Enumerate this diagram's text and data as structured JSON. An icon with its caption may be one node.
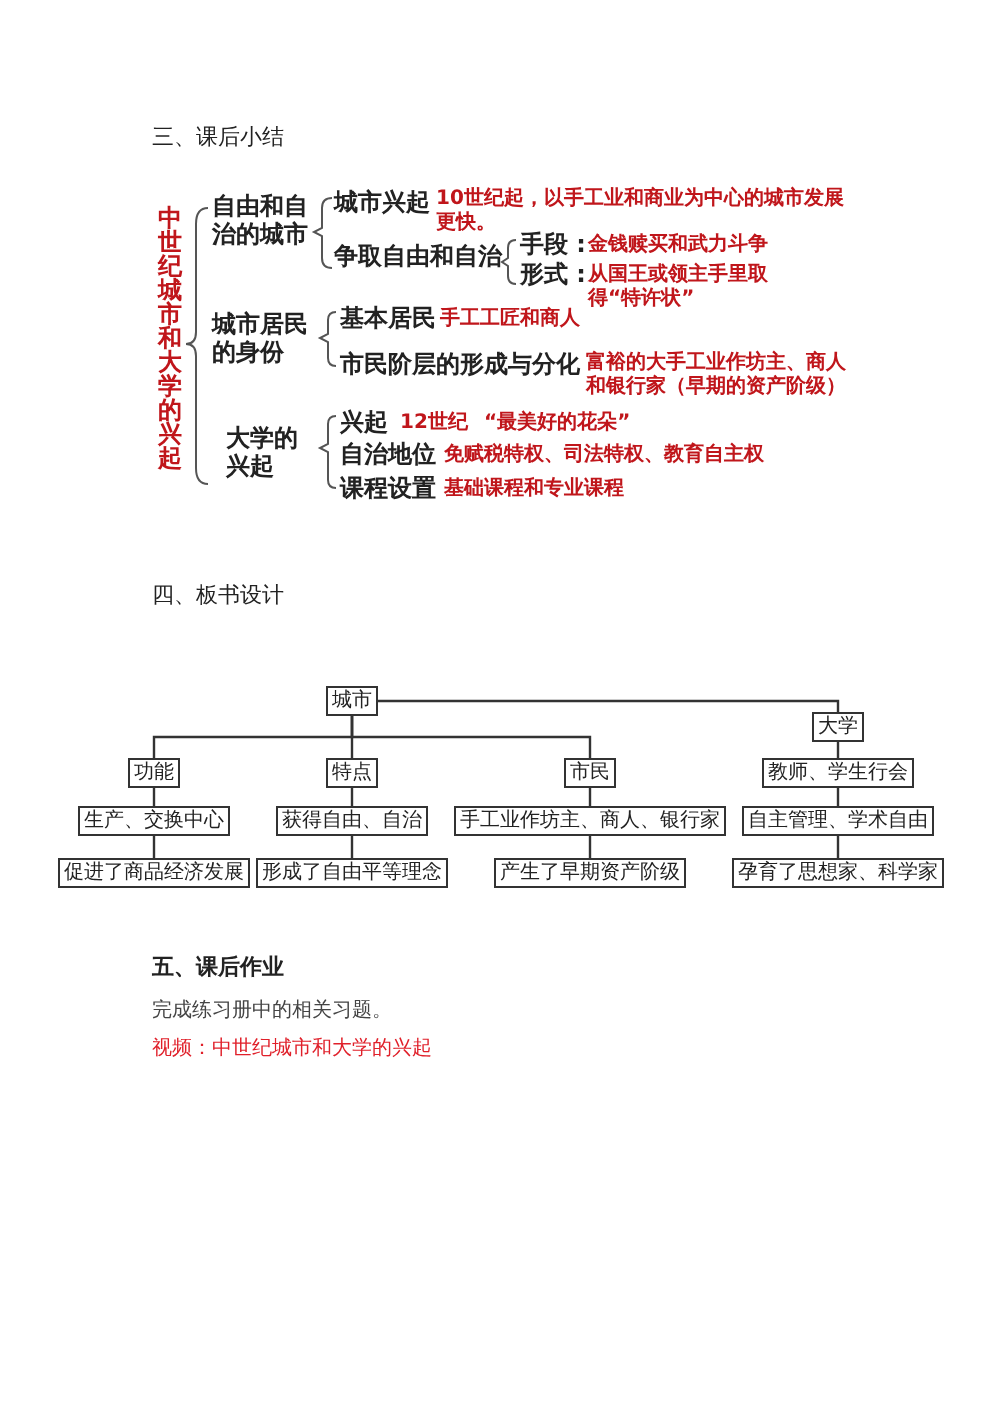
{
  "diagram": {
    "nodes": [
      {
        "text": [
          "城市"
        ]
      },
      {
        "text": [
          "大学"
        ]
      },
      {
        "text": [
          "功能"
        ]
      },
      {
        "text": [
          "特点"
        ]
      },
      {
        "text": [
          "市民"
        ]
      },
      {
        "text": [
          "教师、学生行会"
        ]
      },
      {
        "text": [
          "生产、交换中心"
        ]
      },
      {
        "text": [
          "获得自由、自治"
        ]
      },
      {
        "text": [
          "手工业作坊主、商人、银行家"
        ]
      },
      {
        "text": [
          "自主管理、学术自由"
        ]
      },
      {
        "text": [
          "促进了商品经济发展"
        ]
      },
      {
        "text": [
          "形成了自由平等理念"
        ]
      },
      {
        "text": [
          "产生了早期资产阶级"
        ]
      },
      {
        "text": [
          "孕育了思想家、科学家"
        ]
      }
    ],
    "edges": [
      {
        "from": 0,
        "to": 1,
        "arrow": "none"
      },
      {
        "from": 0,
        "to": 2,
        "arrow": "none"
      },
      {
        "from": 0,
        "to": 3,
        "arrow": "none"
      },
      {
        "from": 0,
        "to": 4,
        "arrow": "none"
      },
      {
        "from": 1,
        "to": 5,
        "arrow": "none"
      },
      {
        "from": 2,
        "to": 6,
        "arrow": "none"
      },
      {
        "from": 3,
        "to": 7,
        "arrow": "none"
      },
      {
        "from": 4,
        "to": 8,
        "arrow": "none"
      },
      {
        "from": 5,
        "to": 9,
        "arrow": "none"
      },
      {
        "from": 6,
        "to": 10,
        "arrow": "none"
      },
      {
        "from": 7,
        "to": 11,
        "arrow": "none"
      },
      {
        "from": 8,
        "to": 12,
        "arrow": "none"
      },
      {
        "from": 9,
        "to": 13,
        "arrow": "none"
      }
    ],
    "labels": [
      "三、课后小结",
      "中世纪城市和大学的兴起",
      "自由和自治的城市",
      "城市兴起",
      "10世纪起，以手工业和商业为中心的城市发展更快。",
      "争取自由和自治",
      "手段 :",
      "金钱赎买和武力斗争",
      "形式 :",
      "从国王或领主手里取得“特许状”",
      "城市居民的身份",
      "基本居民",
      "手工工匠和商人",
      "市民阶层的形成与分化",
      "富裕的大手工业作坊主、商人和银行家（早期的资产阶级）",
      "大学的兴起",
      "兴起",
      "12世纪",
      "“最美好的花朵”",
      "自治地位",
      "免赋税特权、司法特权、教育自主权",
      "课程设置",
      "基础课程和专业课程",
      "四、板书设计",
      "五、课后作业",
      "完成练习册中的相关习题。",
      "视频：中世纪城市和大学的兴起"
    ]
  }
}
